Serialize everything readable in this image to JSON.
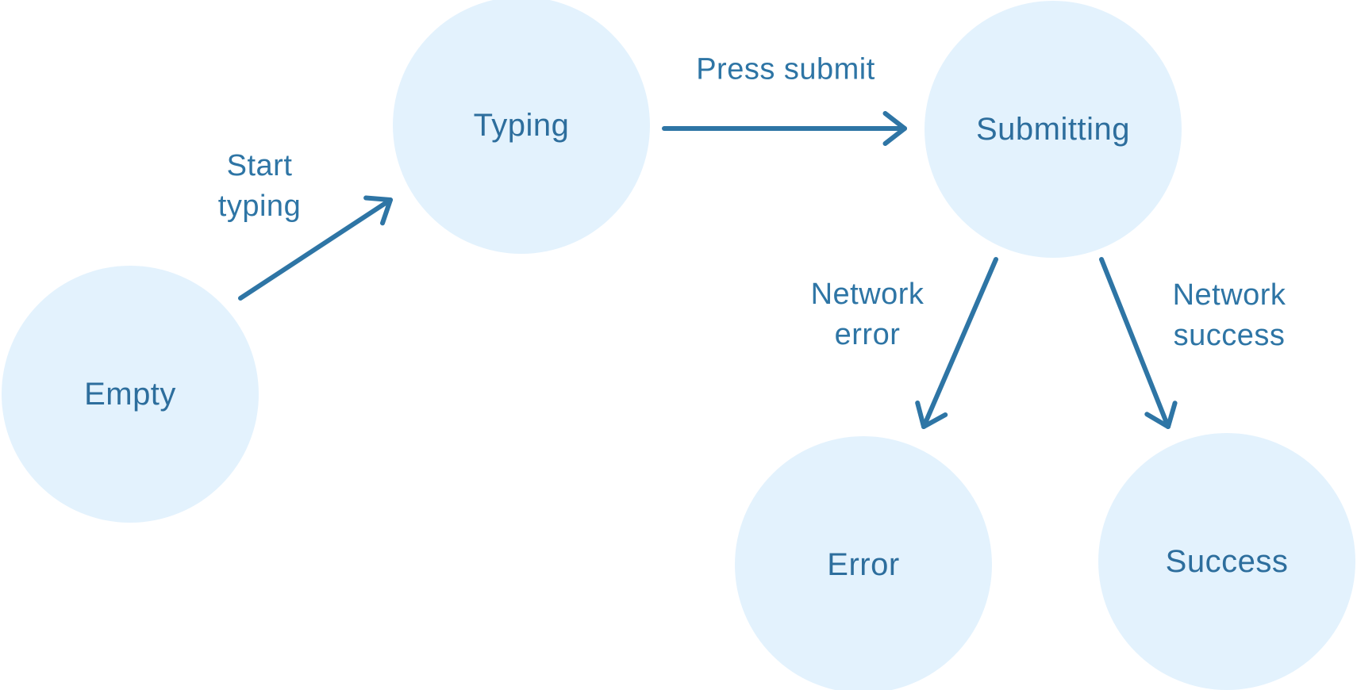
{
  "colors": {
    "background": "#ffffff",
    "node_fill": "#e3f2fd",
    "node_text": "#2d6e9d",
    "edge": "#2e75a5"
  },
  "diagram": {
    "type": "state-machine",
    "nodes": [
      {
        "id": "empty",
        "label": "Empty"
      },
      {
        "id": "typing",
        "label": "Typing"
      },
      {
        "id": "submitting",
        "label": "Submitting"
      },
      {
        "id": "error",
        "label": "Error"
      },
      {
        "id": "success",
        "label": "Success"
      }
    ],
    "edges": [
      {
        "id": "start-typing",
        "from": "empty",
        "to": "typing",
        "label": "Start typing"
      },
      {
        "id": "press-submit",
        "from": "typing",
        "to": "submitting",
        "label": "Press submit"
      },
      {
        "id": "network-error",
        "from": "submitting",
        "to": "error",
        "label": "Network error"
      },
      {
        "id": "network-success",
        "from": "submitting",
        "to": "success",
        "label": "Network success"
      }
    ]
  }
}
